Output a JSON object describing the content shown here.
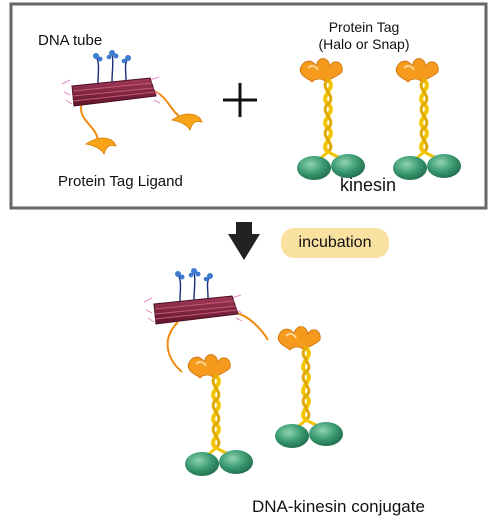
{
  "labels": {
    "dna_tube": "DNA tube",
    "protein_tag_ligand": "Protein Tag Ligand",
    "protein_tag_line1": "Protein Tag",
    "protein_tag_line2": "(Halo or Snap)",
    "plus": "+",
    "kinesin": "kinesin",
    "incubation": "incubation",
    "conjugate": "DNA-kinesin conjugate"
  },
  "colors": {
    "frame": "#666666",
    "dna_tube": "#7a1f3b",
    "dna_strand": "#1c2d7a",
    "dna_node": "#3e7ad0",
    "linker": "#f08a10",
    "ligand": "#f7a418",
    "protein_tag": "#f59a1c",
    "helix": "#f5c400",
    "motor_head": "#2e8a64",
    "arrow": "#222222",
    "incubation_bg": "#f8e1a1"
  },
  "icons": {
    "arrow": "down-arrow-icon",
    "plus": "plus-icon"
  }
}
